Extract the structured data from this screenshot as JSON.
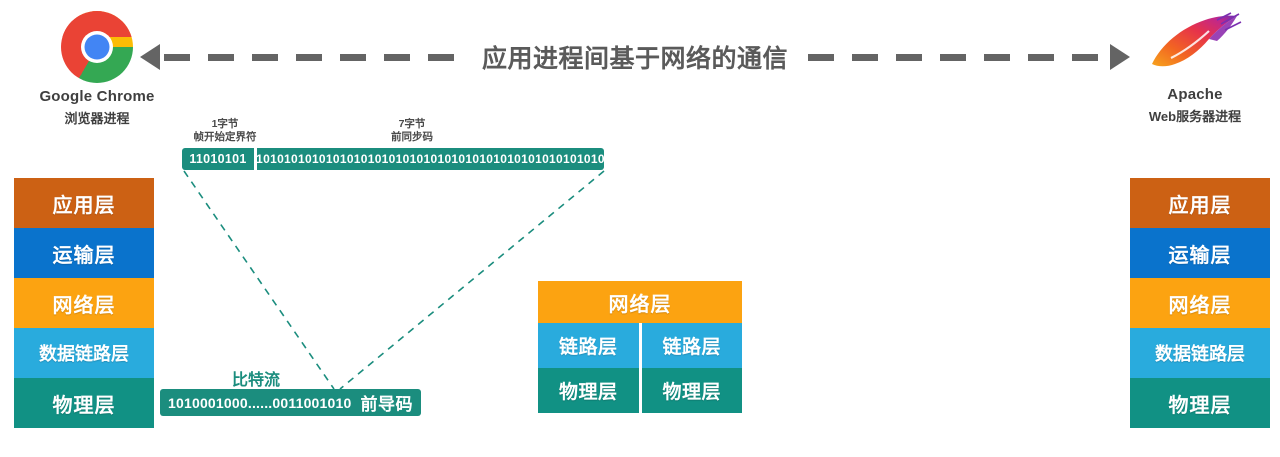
{
  "endpoints": {
    "left": {
      "icon": "chrome-logo-icon",
      "name": "Google Chrome",
      "role": "浏览器进程"
    },
    "right": {
      "icon": "apache-feather-icon",
      "name": "Apache",
      "role": "Web服务器进程"
    }
  },
  "communication": {
    "title": "应用进程间基于网络的通信",
    "arrow_left": "arrow-left-icon",
    "arrow_right": "arrow-right-icon",
    "line_color": "#646464"
  },
  "frame": {
    "sfd_label_size": "1字节",
    "sfd_label_name": "帧开始定界符",
    "preamble_label_size": "7字节",
    "preamble_label_name": "前同步码",
    "sfd_bits": "11010101",
    "preamble_bits": "01010101010101010101010101010101010101010101010101010101",
    "box_color": "#1b8d7e"
  },
  "bitstream": {
    "label": "比特流",
    "bits": "1010001000......0011001010",
    "preamble_tag": "前导码",
    "box_color": "#1b8d7e"
  },
  "host_stack": {
    "layers": [
      {
        "label": "应用层",
        "color": "#cc6114"
      },
      {
        "label": "运输层",
        "color": "#0a73cc"
      },
      {
        "label": "网络层",
        "color": "#fca311"
      },
      {
        "label": "数据链路层",
        "color": "#29abdd"
      },
      {
        "label": "物理层",
        "color": "#119184"
      }
    ]
  },
  "router_stack": {
    "network_layer": {
      "label": "网络层",
      "color": "#fca311"
    },
    "rows": [
      {
        "left": "链路层",
        "right": "链路层",
        "color": "#29abdd"
      },
      {
        "left": "物理层",
        "right": "物理层",
        "color": "#119184"
      }
    ]
  },
  "palette": {
    "application": "#cc6114",
    "transport": "#0a73cc",
    "network": "#fca311",
    "datalink": "#29abdd",
    "physical": "#119184",
    "teal_box": "#1b8d7e",
    "arrow_gray": "#646464",
    "title_gray": "#5a5a5a"
  }
}
